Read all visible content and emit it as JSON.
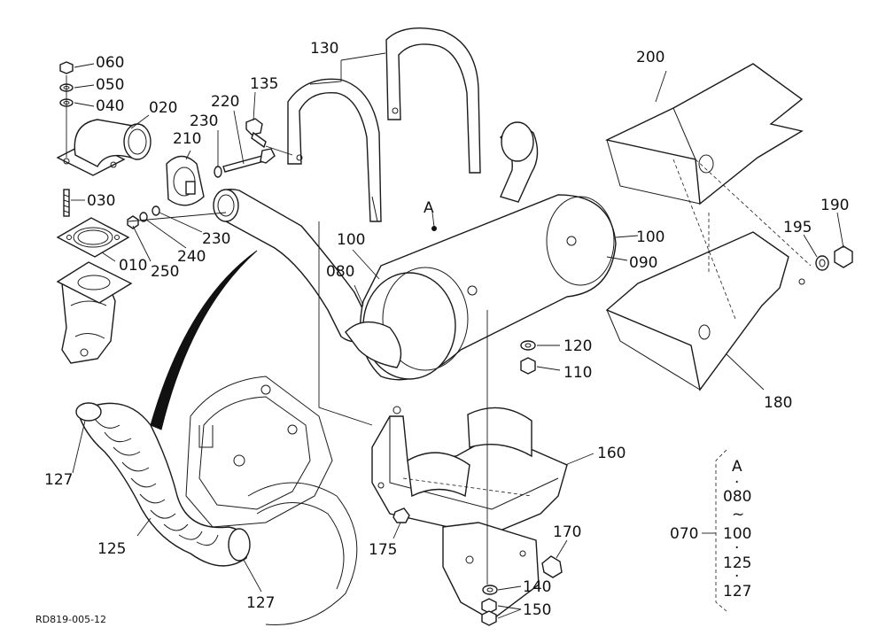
{
  "drawing_code": "RD819-005-12",
  "callouts": {
    "p060": "060",
    "p050": "050",
    "p040": "040",
    "p020": "020",
    "p030": "030",
    "p010": "010",
    "p250": "250",
    "p240": "240",
    "p230a": "230",
    "p230b": "230",
    "p210": "210",
    "p220": "220",
    "p135": "135",
    "p130": "130",
    "p100a": "100",
    "p100b": "100",
    "p080": "080",
    "p090": "090",
    "pA": "A",
    "p120": "120",
    "p110": "110",
    "p200": "200",
    "p190": "190",
    "p195": "195",
    "p180": "180",
    "p160": "160",
    "p170": "170",
    "p175": "175",
    "p140": "140",
    "p150": "150",
    "p127a": "127",
    "p127b": "127",
    "p125": "125",
    "p070": "070"
  },
  "assembly_group": {
    "items": [
      "A",
      "·",
      "080",
      "~",
      "100",
      "·",
      "125",
      "·",
      "127"
    ]
  }
}
